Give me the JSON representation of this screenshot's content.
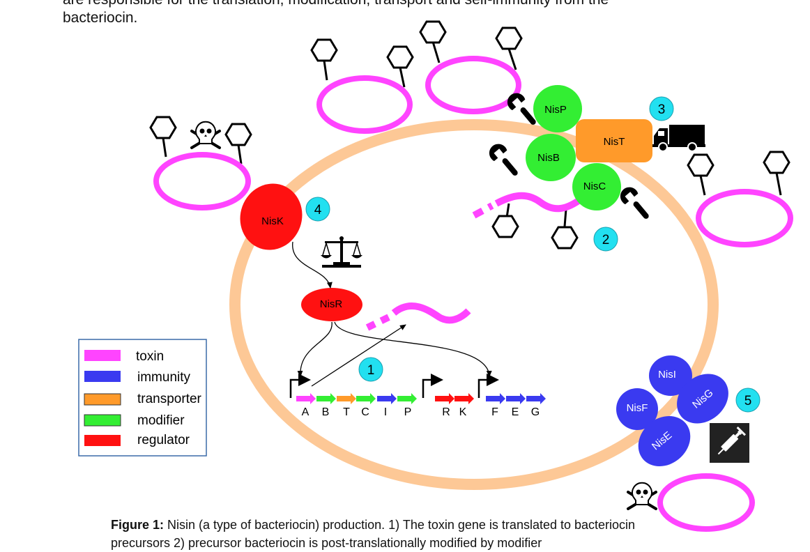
{
  "intro": {
    "line1": "are responsible for the translation, modification, transport and self-immunity from the",
    "line2": "bacteriocin."
  },
  "proteins": {
    "nisk": "NisK",
    "nisr": "NisR",
    "nisp": "NisP",
    "nisb": "NisB",
    "nisc": "NisC",
    "nist": "NisT",
    "nisi": "NisI",
    "nisf": "NisF",
    "nisg": "NisG",
    "nise": "NisE"
  },
  "genes": [
    "A",
    "B",
    "T",
    "C",
    "I",
    "P",
    "R",
    "K",
    "F",
    "E",
    "G"
  ],
  "steps": [
    "1",
    "2",
    "3",
    "4",
    "5"
  ],
  "legend": [
    {
      "label": "toxin",
      "color": "#ff44ff"
    },
    {
      "label": "immunity",
      "color": "#3a3af0"
    },
    {
      "label": "transporter",
      "color": "#ff9a2a"
    },
    {
      "label": "modifier",
      "color": "#33ee33"
    },
    {
      "label": "regulator",
      "color": "#ff1111"
    }
  ],
  "colors": {
    "cell": "#fdc896",
    "toxin": "#ff44ff",
    "immunity": "#3a3af0",
    "transporter": "#ff9a2a",
    "modifier": "#33ee33",
    "regulator": "#ff1111",
    "step_badge": "#22e0f0"
  },
  "icons": [
    "skull-crossbones-icon",
    "wrench-icon",
    "truck-icon",
    "balance-scale-icon",
    "syringe-icon",
    "promoter-flag-icon",
    "hexagon-receptor-icon"
  ],
  "caption": {
    "bold": "Figure 1:",
    "text": " Nisin (a type of bacteriocin) production. 1) The toxin gene is translated to bacteriocin precursors 2) precursor bacteriocin is post-translationally modified by modifier"
  }
}
